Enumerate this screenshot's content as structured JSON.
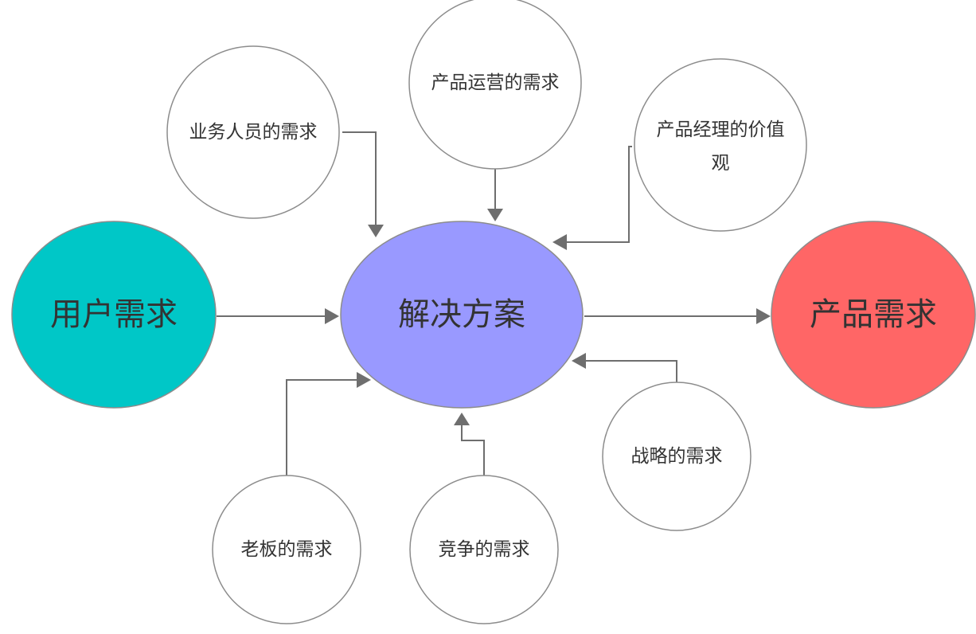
{
  "nodes": {
    "user_requirements": {
      "label": "用户需求",
      "color": "#00c7c7"
    },
    "solution": {
      "label": "解决方案",
      "color": "#9999ff"
    },
    "product_requirements": {
      "label": "产品需求",
      "color": "#ff6666"
    },
    "business_staff": {
      "label": "业务人员的需求"
    },
    "product_operations": {
      "label": "产品运营的需求"
    },
    "pm_values": {
      "line1": "产品经理的价值",
      "line2": "观"
    },
    "strategy": {
      "label": "战略的需求"
    },
    "boss": {
      "label": "老板的需求"
    },
    "competition": {
      "label": "竞争的需求"
    }
  },
  "colors": {
    "line": "#6e6e6e",
    "circle_outline": "#8c8c8c",
    "text": "#333333"
  }
}
